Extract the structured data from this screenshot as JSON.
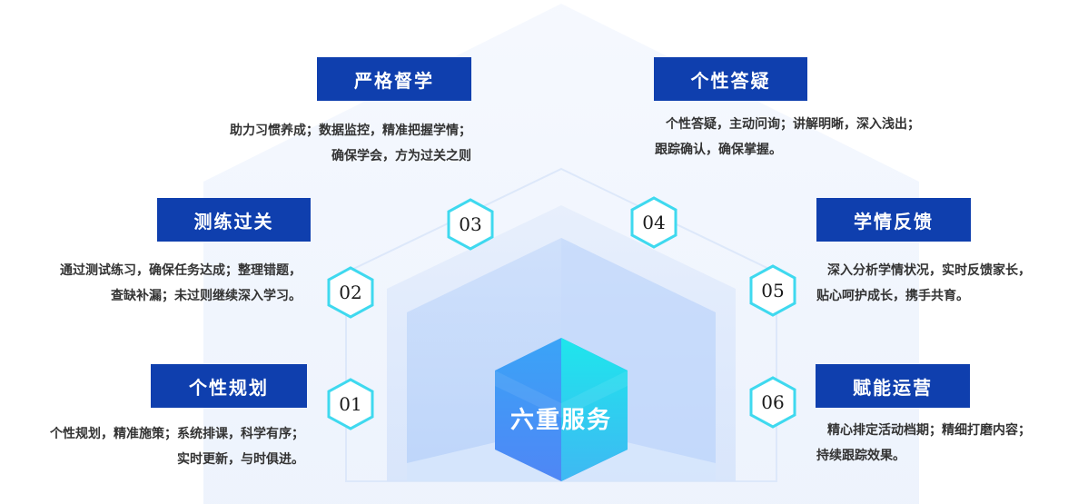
{
  "center": {
    "title": "六重服务"
  },
  "services": [
    {
      "num": "01",
      "title": "个性规划",
      "desc": [
        "个性规划，精准施策；系统排课，科学有序；",
        "实时更新，与时俱进。"
      ]
    },
    {
      "num": "02",
      "title": "测练过关",
      "desc": [
        "通过测试练习，确保任务达成；整理错题，",
        "查缺补漏；未过则继续深入学习。"
      ]
    },
    {
      "num": "03",
      "title": "严格督学",
      "desc": [
        "助力习惯养成；数据监控，精准把握学情；",
        "确保学会，方为过关之则"
      ]
    },
    {
      "num": "04",
      "title": "个性答疑",
      "desc": [
        "个性答疑，主动问询；讲解明晰，深入浅出；",
        "跟踪确认，确保掌握。"
      ]
    },
    {
      "num": "05",
      "title": "学情反馈",
      "desc": [
        "深入分析学情状况，实时反馈家长，",
        "贴心呵护成长，携手共育。"
      ]
    },
    {
      "num": "06",
      "title": "赋能运营",
      "desc": [
        "精心排定活动档期；精细打磨内容；",
        "持续跟踪效果。"
      ]
    }
  ],
  "colors": {
    "label_bg": "#0f3fae",
    "hex_border": "#3fd9ef",
    "center_top": "#29e3ee",
    "center_bottom": "#4a8cf5"
  }
}
